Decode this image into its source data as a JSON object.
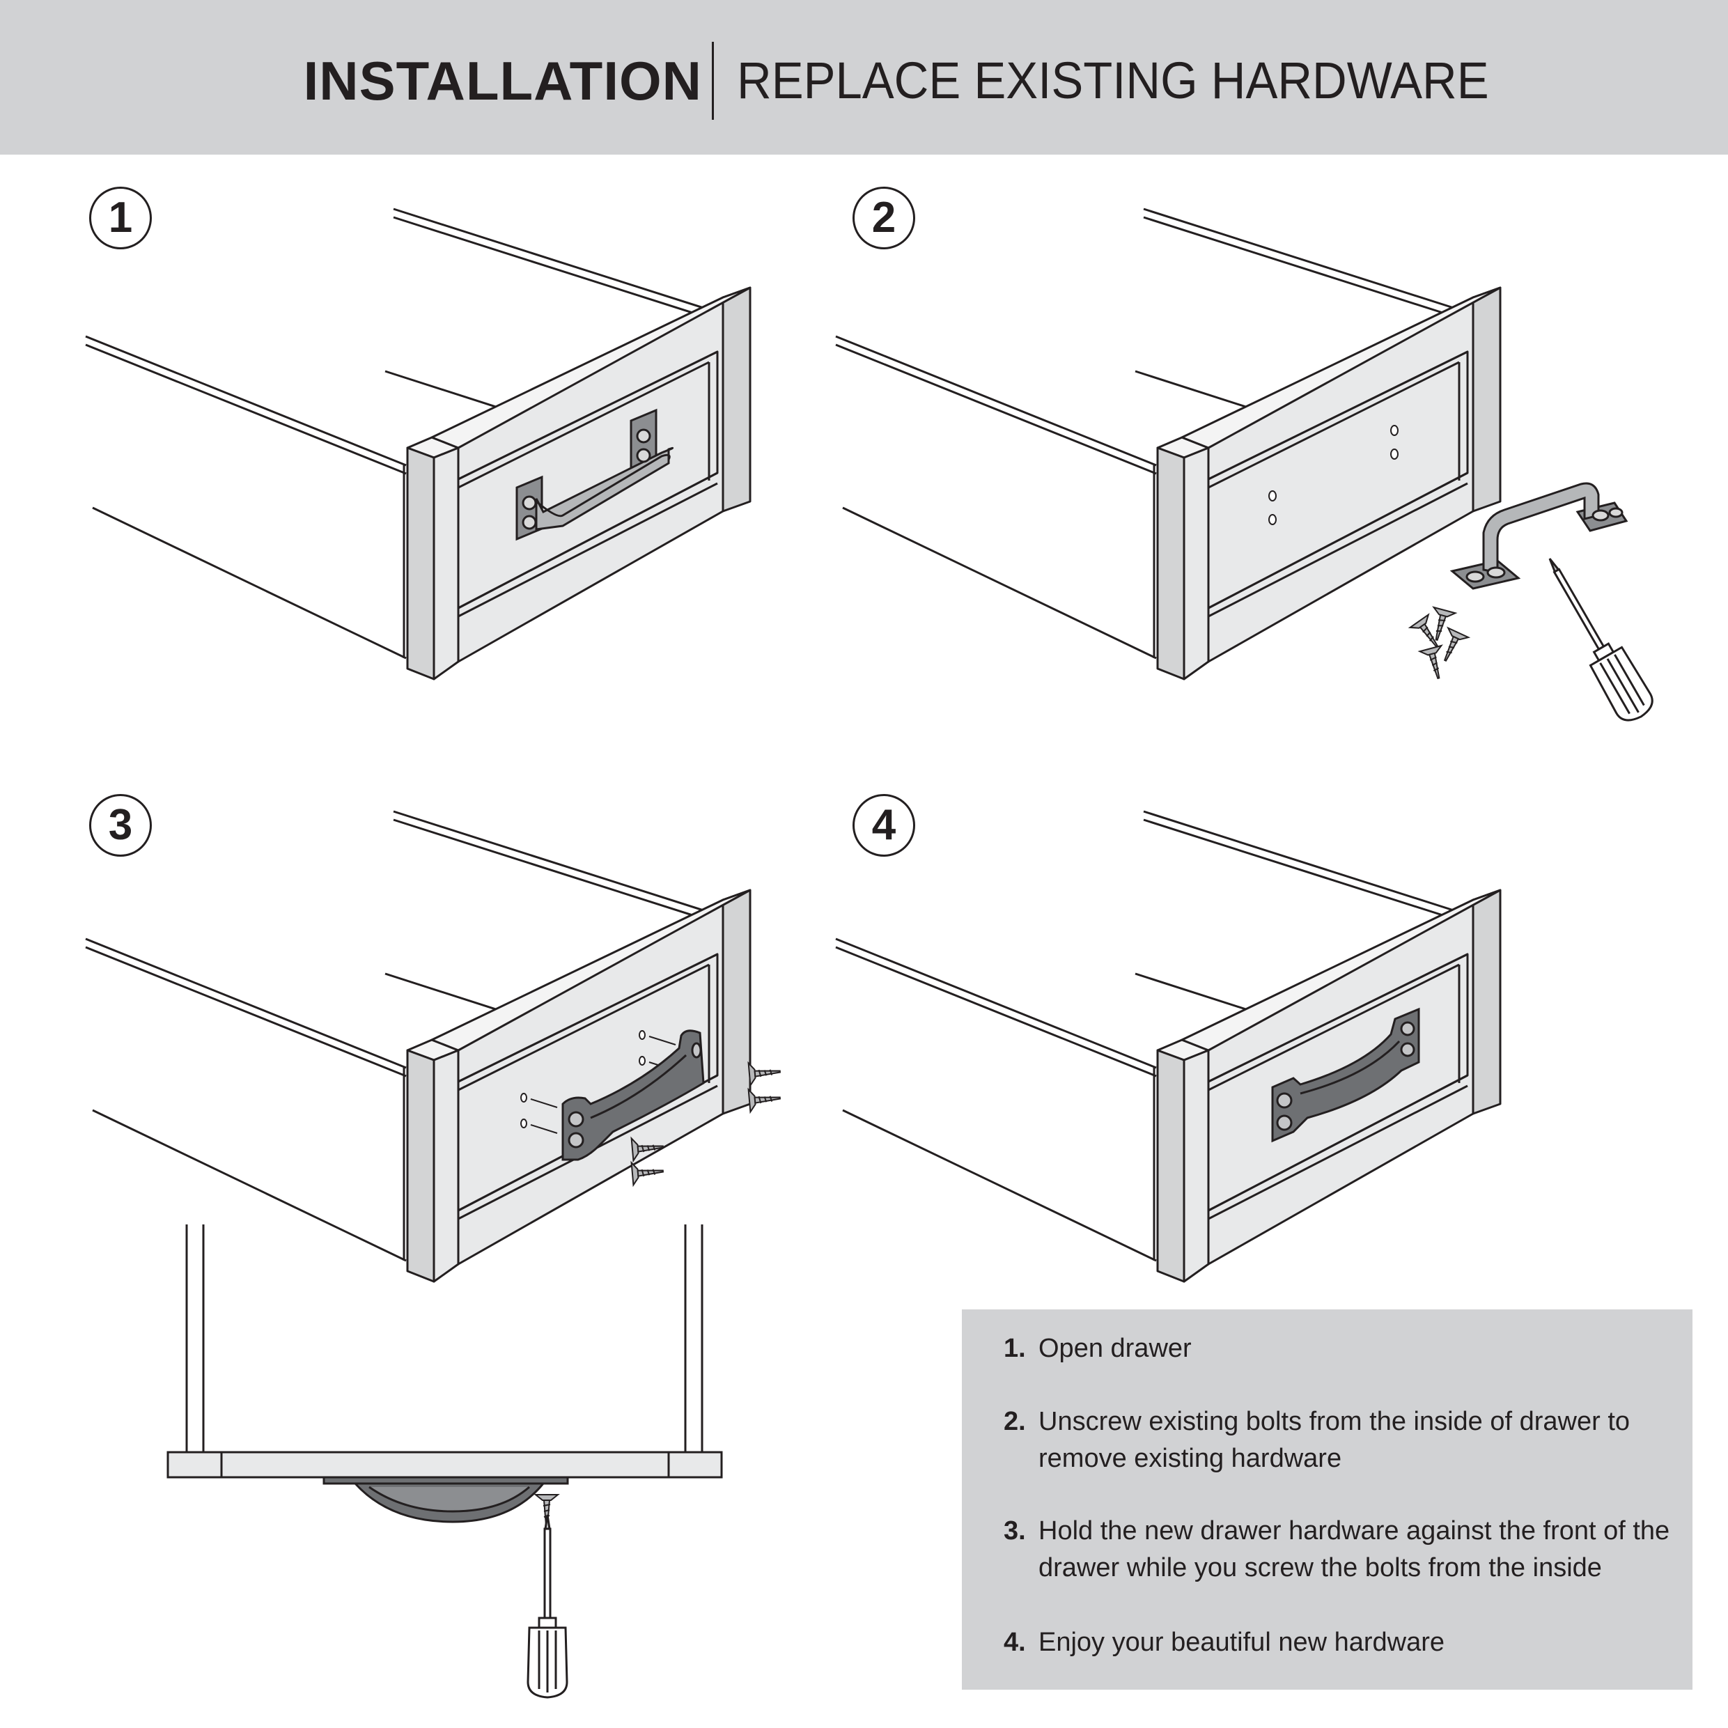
{
  "header": {
    "title_bold": "INSTALLATION",
    "title_light": "REPLACE EXISTING HARDWARE"
  },
  "steps": [
    {
      "number": "1"
    },
    {
      "number": "2"
    },
    {
      "number": "3"
    },
    {
      "number": "4"
    }
  ],
  "instructions": [
    {
      "number": "1.",
      "text": "Open drawer"
    },
    {
      "number": "2.",
      "text": "Unscrew existing bolts from the inside of drawer to remove existing hardware"
    },
    {
      "number": "3.",
      "text": "Hold the new drawer hardware against the front of the drawer while you screw the bolts from the inside"
    },
    {
      "number": "4.",
      "text": "Enjoy your beautiful new hardware"
    }
  ],
  "colors": {
    "header_bg": "#d1d2d4",
    "panel_bg": "#d1d2d4",
    "drawer_face": "#e8e9ea",
    "handle": "#8c8e91",
    "ink": "#231f20"
  },
  "icons": [
    "screwdriver-icon",
    "screw-icon",
    "drawer-pull-handle-icon"
  ]
}
